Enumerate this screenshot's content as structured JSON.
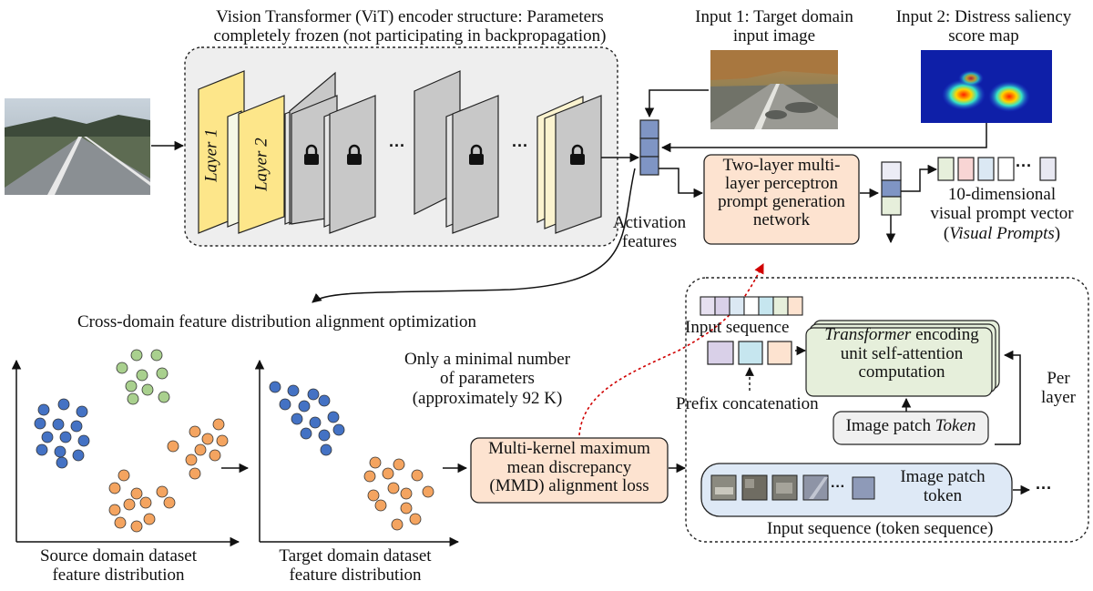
{
  "encoder": {
    "title_line1": "Vision Transformer (ViT) encoder structure: Parameters",
    "title_line2": "completely frozen (not participating in backpropagation)",
    "layer1_label": "Layer 1",
    "layer2_label": "Layer 2",
    "ellipsis": "···"
  },
  "inputs": {
    "input1_line1": "Input 1: Target domain",
    "input1_line2": "input image",
    "input2_line1": "Input 2: Distress saliency",
    "input2_line2": "score map"
  },
  "activation": {
    "line1": "Activation",
    "line2": "features"
  },
  "mlp": {
    "line1": "Two-layer multi-",
    "line2": "layer perceptron",
    "line3": "prompt generation",
    "line4": "network"
  },
  "prompt_vector": {
    "line1": "10-dimensional",
    "line2": "visual prompt vector",
    "line3_open": "(",
    "line3_italic": "Visual Prompts",
    "line3_close": ")",
    "ellipsis": "···"
  },
  "alignment": {
    "title": "Cross-domain feature distribution alignment optimization"
  },
  "source": {
    "line1": "Source domain dataset",
    "line2": "feature distribution"
  },
  "target": {
    "line1": "Target domain dataset",
    "line2": "feature distribution"
  },
  "params": {
    "line1": "Only a minimal number",
    "line2": "of parameters",
    "line3": "(approximately 92 K)"
  },
  "mmd": {
    "line1": "Multi-kernel maximum",
    "line2": "mean discrepancy",
    "line3": "(MMD) alignment loss"
  },
  "transformer": {
    "input_sequence": "Input sequence",
    "box_line1_italic": "Transformer",
    "box_line1_rest": " encoding",
    "box_line2": "unit self-attention",
    "box_line3": "computation",
    "prefix": "Prefix concatenation",
    "per": "Per",
    "layer": "layer",
    "patch_token_box_text": "Image patch ",
    "patch_token_box_italic": "Token",
    "patch_line1": "Image patch",
    "patch_line2": "token",
    "patch_ellipsis": "···",
    "after_ellipsis": "···",
    "sequence_caption": "Input sequence (token sequence)"
  },
  "colors": {
    "layer_yellow": "#fde68a",
    "layer_cream": "#fbf3cf",
    "frozen_gray": "#c8c8c8",
    "vector_blue": "#7f95c4",
    "peach_box": "#fde3d0",
    "green_box": "#e6efdb",
    "token_box": "#dee9f6",
    "dot_blue": "#4472c4",
    "dot_green": "#a9d08e",
    "dot_orange": "#f4a460",
    "red_dashed": "#d00000"
  }
}
